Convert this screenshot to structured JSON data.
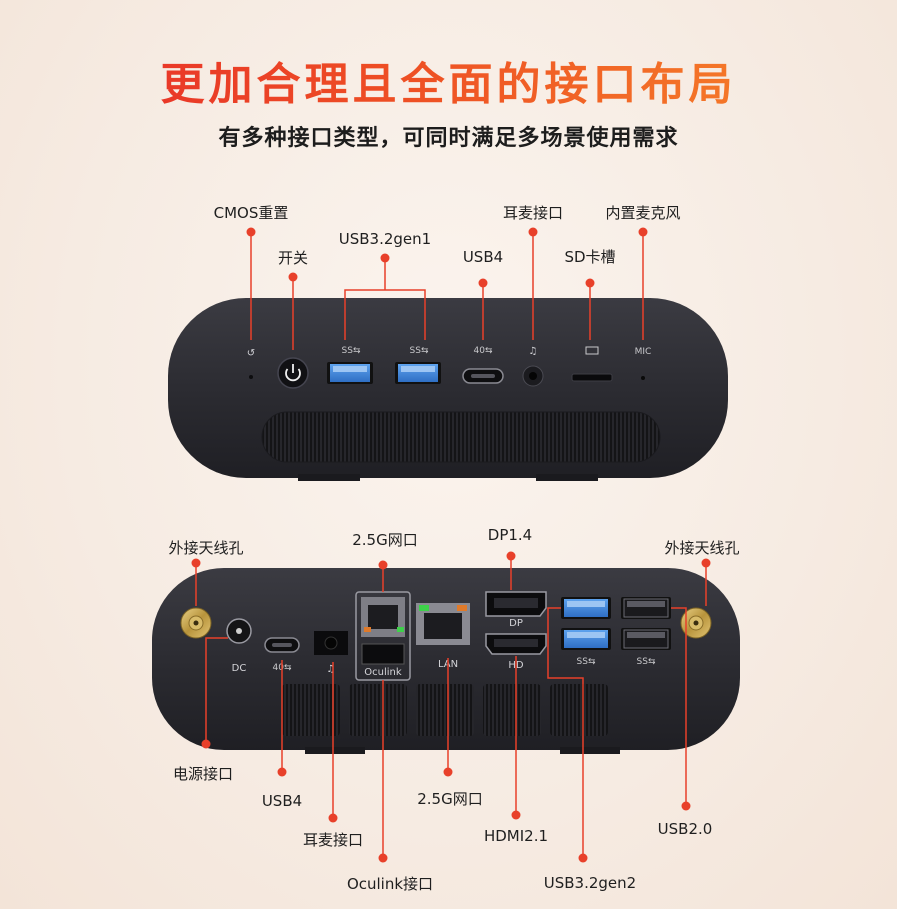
{
  "title": "更加合理且全面的接口布局",
  "subtitle": "有多种接口类型，可同时满足多场景使用需求",
  "colors": {
    "accent": "#e8402a",
    "device": "#2d2d33",
    "usb3": "#3a7fd6"
  },
  "front": {
    "labels": {
      "cmos": "CMOS重置",
      "power": "开关",
      "usb32gen1": "USB3.2gen1",
      "usb4": "USB4",
      "headset": "耳麦接口",
      "sd": "SD卡槽",
      "mic": "内置麦克风"
    },
    "markings": {
      "mic": "MIC",
      "ss": "SS⇆",
      "usb4": "40⇆"
    }
  },
  "back": {
    "labels": {
      "antenna_left": "外接天线孔",
      "antenna_right": "外接天线孔",
      "lan_top": "2.5G网口",
      "dp": "DP1.4",
      "power_in": "电源接口",
      "usb4": "USB4",
      "headset": "耳麦接口",
      "oculink": "Oculink接口",
      "lan_bottom": "2.5G网口",
      "hdmi": "HDMI2.1",
      "usb32gen2": "USB3.2gen2",
      "usb20": "USB2.0"
    },
    "markings": {
      "dc": "DC",
      "oculink": "Oculink",
      "lan": "LAN",
      "dp": "DP",
      "hd": "HD",
      "ss": "SS⇆",
      "usb4": "40⇆"
    }
  }
}
